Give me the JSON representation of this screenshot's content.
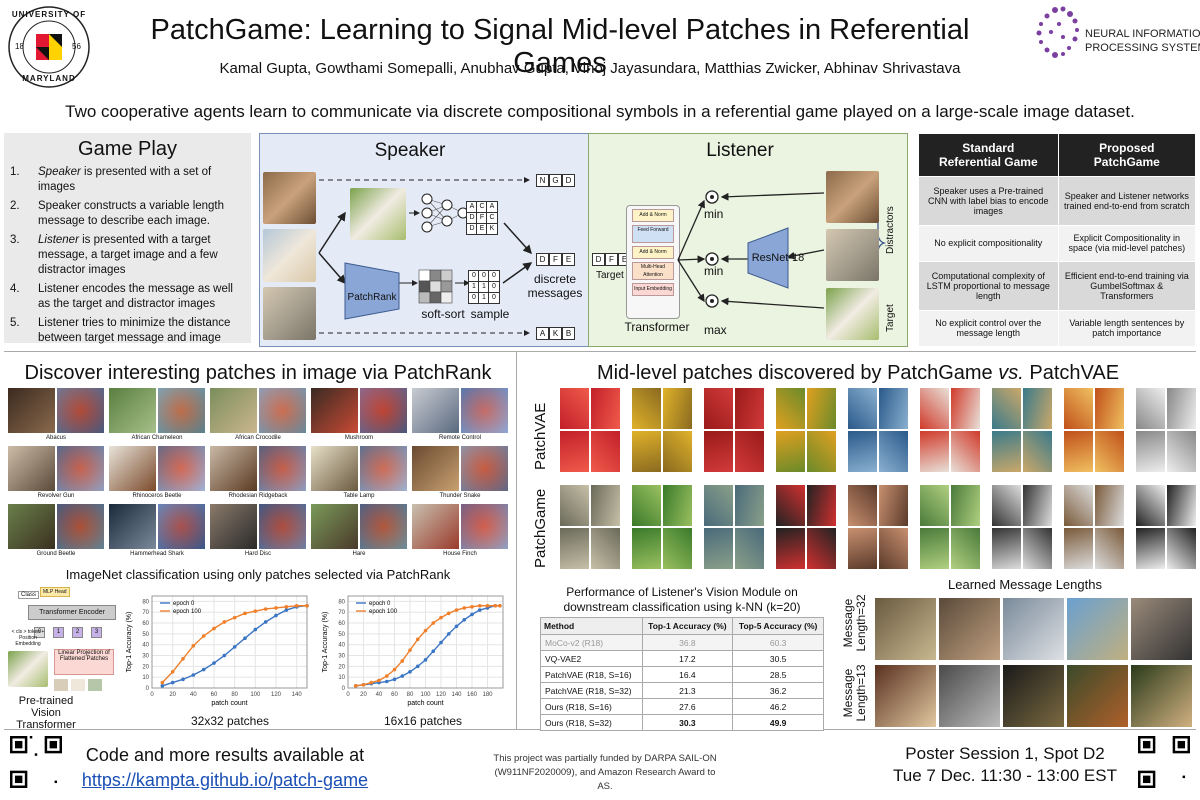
{
  "header": {
    "title": "PatchGame: Learning to Signal Mid-level Patches in Referential Games",
    "authors": "Kamal Gupta, Gowthami Somepalli, Anubhav Gupta, Vinoj Jayasundara, Matthias Zwicker, Abhinav Shrivastava",
    "tagline": "Two cooperative agents learn to communicate via discrete compositional symbols in a referential game played on a large-scale image dataset.",
    "umd_arc_top": "UNIVERSITY OF",
    "umd_arc_bottom": "MARYLAND",
    "umd_year_left": "18",
    "umd_year_right": "56",
    "neurips_line1": "NEURAL INFORMATION",
    "neurips_line2": "PROCESSING SYSTEMS"
  },
  "gameplay": {
    "title": "Game Play",
    "steps": [
      {
        "num": "1.",
        "em": "Speaker",
        "text": " is presented with a set of images"
      },
      {
        "num": "2.",
        "em": "",
        "text": "Speaker constructs a variable length message to describe each image."
      },
      {
        "num": "3.",
        "em": "Listener",
        "text": " is presented with a target message, a target image and a few distractor images"
      },
      {
        "num": "4.",
        "em": "",
        "text": "Listener encodes the message as well as the target and distractor images"
      },
      {
        "num": "5.",
        "em": "",
        "text": "Listener tries to minimize the distance between target message and image"
      }
    ]
  },
  "diagram": {
    "speaker_title": "Speaker",
    "listener_title": "Listener",
    "patchrank": "PatchRank",
    "softsort": "soft-sort",
    "sample": "sample",
    "discrete_messages": "discrete\nmessages",
    "msg_top": [
      "N",
      "G",
      "D"
    ],
    "msg_mid": [
      "D",
      "F",
      "E"
    ],
    "msg_bot": [
      "A",
      "K",
      "B"
    ],
    "target_msg": [
      "D",
      "F",
      "E"
    ],
    "grid_letters": [
      "A",
      "C",
      "A",
      "D",
      "F",
      "C",
      "D",
      "E",
      "K"
    ],
    "bin_grid": [
      "0",
      "0",
      "0",
      "1",
      "1",
      "0",
      "0",
      "1",
      "0"
    ],
    "target_label": "Target",
    "transformer_label": "Transformer",
    "resnet_label": "ResNet-18",
    "min1": "min",
    "min2": "min",
    "max": "max",
    "distractors_label": "Distractors",
    "target_side_label": "Target",
    "tf_blocks": [
      "Add & Norm",
      "Feed Forward",
      "Add & Norm",
      "Multi-Head Attention",
      "Input Embedding"
    ]
  },
  "comparison": {
    "headers": [
      "Standard\nReferential Game",
      "Proposed\nPatchGame"
    ],
    "rows": [
      [
        "Speaker uses a Pre-trained CNN with label bias to encode images",
        "Speaker and Listener networks trained end-to-end from scratch"
      ],
      [
        "No explicit compositionality",
        "Explicit Compositionality in space (via mid-level patches)"
      ],
      [
        "Computational complexity of LSTM proportional to message length",
        "Efficient end-to-end training via GumbelSoftmax & Transformers"
      ],
      [
        "No explicit control over the message length",
        "Variable length sentences by patch importance"
      ]
    ]
  },
  "patchrank_section": {
    "title": "Discover interesting patches in image via PatchRank",
    "labels": [
      "Abacus",
      "African Chameleon",
      "African Crocodile",
      "Mushroom",
      "Remote Control",
      "Revolver Gun",
      "Rhinoceros Beetle",
      "Rhodesian Ridgeback",
      "Table Lamp",
      "Thunder Snake",
      "Ground Beetle",
      "Hammerhead Shark",
      "Hard Disc",
      "Hare",
      "House Finch"
    ]
  },
  "imagenet": {
    "title": "ImageNet classification using only patches selected via PatchRank",
    "vit_labels": {
      "class": "Class",
      "mlp": "MLP Head",
      "encoder": "Transformer Encoder",
      "pos": "< cls > token + Position Embedding",
      "linear": "Linear Projection of Flattened Patches",
      "caption": "Pre-trained\nVision Transformer",
      "tokens": [
        "0",
        "1",
        "2",
        "3"
      ]
    },
    "captions": [
      "32x32 patches",
      "16x16 patches"
    ]
  },
  "midlevel": {
    "title_prefix": "Mid-level patches discovered by PatchGame ",
    "title_em": "vs.",
    "title_suffix": " PatchVAE",
    "row_labels": [
      "PatchVAE",
      "PatchGame"
    ]
  },
  "perf_table": {
    "title": "Performance of Listener's Vision Module on downstream classification using k-NN (k=20)",
    "headers": [
      "Method",
      "Top-1 Accuracy (%)",
      "Top-5 Accuracy (%)"
    ],
    "rows": [
      [
        "MoCo-v2 (R18)",
        "36.8",
        "60.3"
      ],
      [
        "VQ-VAE2",
        "17.2",
        "30.5"
      ],
      [
        "PatchVAE (R18, S=16)",
        "16.4",
        "28.5"
      ],
      [
        "PatchVAE (R18, S=32)",
        "21.3",
        "36.2"
      ],
      [
        "Ours (R18, S=16)",
        "27.6",
        "46.2"
      ],
      [
        "Ours (R18, S=32)",
        "30.3",
        "49.9"
      ]
    ]
  },
  "message_lengths": {
    "title": "Learned Message Lengths",
    "row_labels": [
      "Message\nLength=32",
      "Message\nLength=13"
    ]
  },
  "footer": {
    "code_text": "Code and more results available at",
    "link": "https://kampta.github.io/patch-game",
    "funding": "This project was partially funded by DARPA SAIL-ON (W911NF2020009), and Amazon Research Award to AS.",
    "session": "Poster Session 1, Spot D2",
    "time": "Tue 7 Dec. 11:30 - 13:00 EST"
  },
  "chart_data": [
    {
      "type": "line",
      "title": "",
      "xlabel": "patch count",
      "ylabel": "Top-1 Accuracy (%)",
      "xlim": [
        0,
        150
      ],
      "ylim": [
        0,
        85
      ],
      "xticks": [
        0,
        20,
        40,
        60,
        80,
        100,
        120,
        140
      ],
      "yticks": [
        0,
        10,
        20,
        30,
        40,
        50,
        60,
        70,
        80
      ],
      "legend": "top-left",
      "series": [
        {
          "name": "epoch 0",
          "color": "#3a75c4",
          "x": [
            10,
            20,
            30,
            40,
            50,
            60,
            70,
            80,
            90,
            100,
            110,
            120,
            130,
            140,
            150
          ],
          "y": [
            2,
            5,
            8,
            12,
            17,
            23,
            30,
            38,
            46,
            54,
            61,
            67,
            72,
            75,
            76
          ]
        },
        {
          "name": "epoch 100",
          "color": "#f07f2a",
          "x": [
            10,
            20,
            30,
            40,
            50,
            60,
            70,
            80,
            90,
            100,
            110,
            120,
            130,
            140,
            150
          ],
          "y": [
            5,
            15,
            27,
            39,
            48,
            55,
            61,
            65,
            69,
            71,
            73,
            74,
            75,
            76,
            76
          ]
        }
      ]
    },
    {
      "type": "line",
      "title": "",
      "xlabel": "patch count",
      "ylabel": "Top-1 Accuracy (%)",
      "xlim": [
        0,
        200
      ],
      "ylim": [
        0,
        85
      ],
      "xticks": [
        0,
        20,
        40,
        60,
        80,
        100,
        120,
        140,
        160,
        180
      ],
      "yticks": [
        0,
        10,
        20,
        30,
        40,
        50,
        60,
        70,
        80
      ],
      "legend": "top-left",
      "series": [
        {
          "name": "epoch 0",
          "color": "#3a75c4",
          "x": [
            10,
            20,
            30,
            40,
            50,
            60,
            70,
            80,
            90,
            100,
            110,
            120,
            130,
            140,
            150,
            160,
            170,
            180,
            190,
            196
          ],
          "y": [
            2,
            3,
            4,
            5,
            6,
            8,
            11,
            15,
            20,
            26,
            34,
            42,
            50,
            57,
            63,
            68,
            72,
            74,
            76,
            76
          ]
        },
        {
          "name": "epoch 100",
          "color": "#f07f2a",
          "x": [
            10,
            20,
            30,
            40,
            50,
            60,
            70,
            80,
            90,
            100,
            110,
            120,
            130,
            140,
            150,
            160,
            170,
            180,
            190,
            196
          ],
          "y": [
            2,
            3,
            5,
            7,
            11,
            17,
            25,
            35,
            45,
            53,
            60,
            65,
            69,
            72,
            74,
            75,
            76,
            76,
            76,
            76
          ]
        }
      ]
    }
  ]
}
